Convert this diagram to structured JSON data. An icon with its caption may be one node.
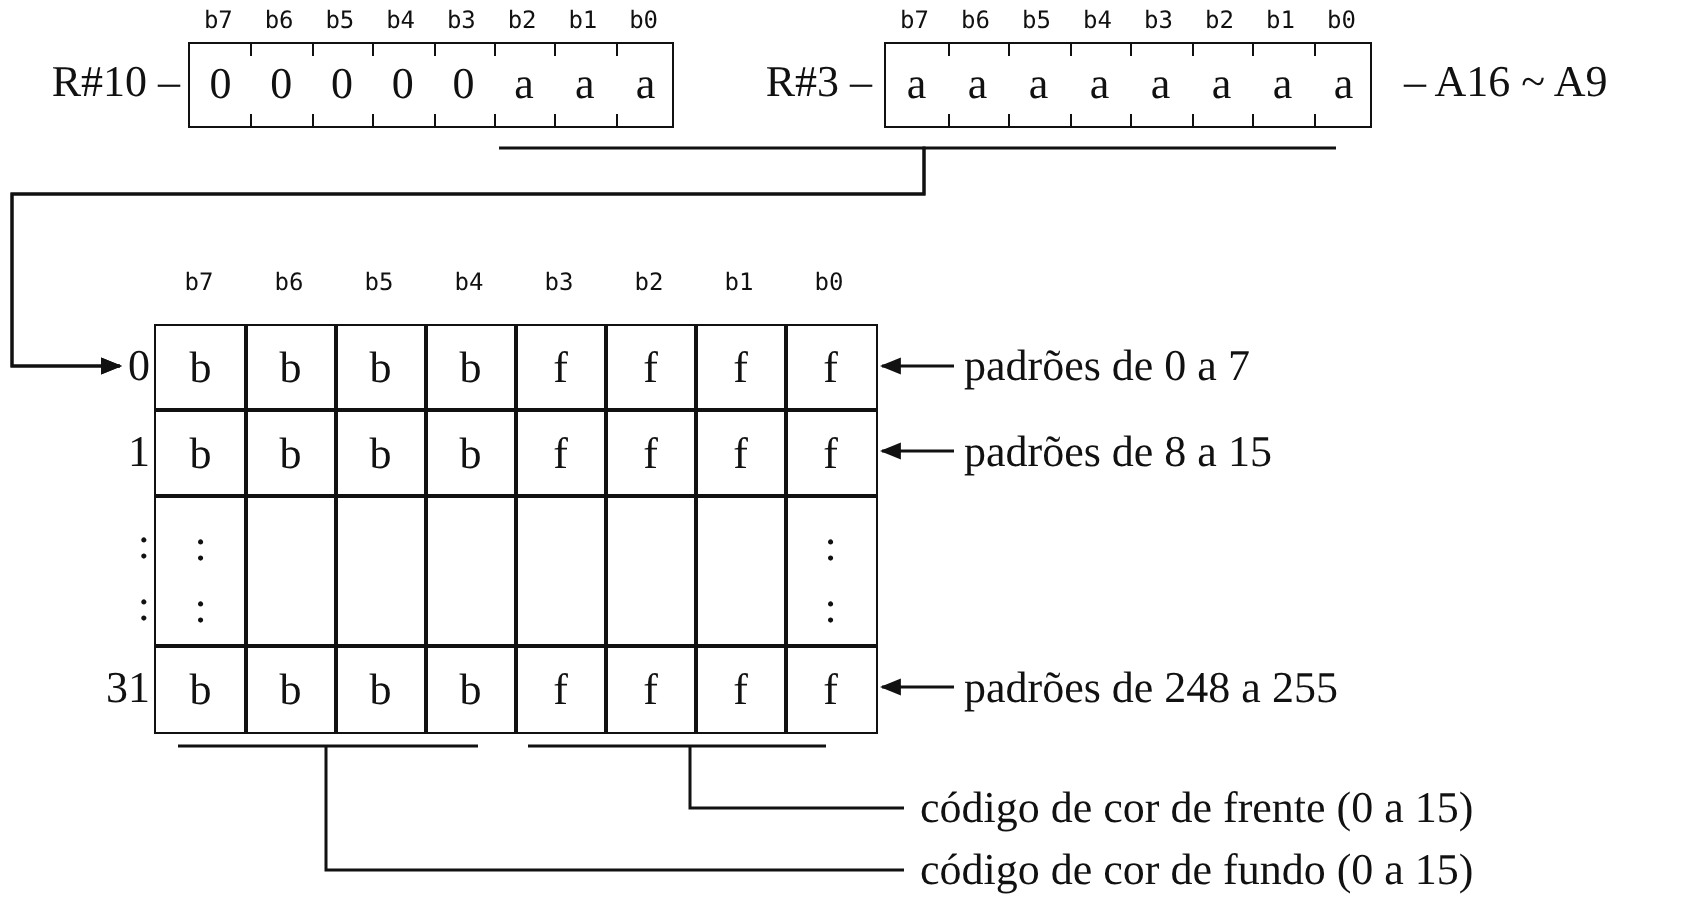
{
  "diagram": {
    "nodes": [
      {
        "text": [
          "0",
          "0",
          "0",
          "0",
          "0",
          "a",
          "a",
          "a"
        ],
        "beside": [
          "b7",
          "b6",
          "b5",
          "b4",
          "b3",
          "b2",
          "b1",
          "b0",
          "R#10 –"
        ]
      },
      {
        "text": [
          "a",
          "a",
          "a",
          "a",
          "a",
          "a",
          "a",
          "a"
        ],
        "beside": [
          "b7",
          "b6",
          "b5",
          "b4",
          "b3",
          "b2",
          "b1",
          "b0",
          "R#3 –",
          "– A16 ~ A9"
        ]
      },
      {
        "text": [
          "b7",
          "b6",
          "b5",
          "b4",
          "b3",
          "b2",
          "b1",
          "b0"
        ]
      },
      {
        "text": [
          "b",
          "b",
          "b",
          "b",
          "f",
          "f",
          "f",
          "f"
        ],
        "beside": [
          "0"
        ],
        "in": 2
      },
      {
        "text": [
          "b",
          "b",
          "b",
          "b",
          "f",
          "f",
          "f",
          "f"
        ],
        "beside": [
          "1"
        ],
        "in": 2
      },
      {
        "text": [
          ":",
          ":",
          ":",
          ":"
        ],
        "beside": [
          ":",
          ":"
        ],
        "in": 2
      },
      {
        "text": [
          "b",
          "b",
          "b",
          "b",
          "f",
          "f",
          "f",
          "f"
        ],
        "beside": [
          "31"
        ],
        "in": 2
      },
      {
        "text": [
          "padrões de 0 a 7"
        ]
      },
      {
        "text": [
          "padrões de 8 a 15"
        ]
      },
      {
        "text": [
          "padrões de 248 a 255"
        ]
      },
      {
        "text": [
          "código de cor de frente (0 a 15)"
        ]
      },
      {
        "text": [
          "código de cor de fundo (0 a 15)"
        ]
      }
    ],
    "edges": [
      {
        "from": 0,
        "to": 3,
        "arrow": "to"
      },
      {
        "from": 1,
        "to": 3,
        "arrow": "to"
      },
      {
        "from": 7,
        "to": 3,
        "arrow": "to"
      },
      {
        "from": 8,
        "to": 4,
        "arrow": "to"
      },
      {
        "from": 9,
        "to": 6,
        "arrow": "to"
      },
      {
        "from": 10,
        "to": 2,
        "arrow": "none"
      },
      {
        "from": 11,
        "to": 2,
        "arrow": "none"
      }
    ]
  }
}
